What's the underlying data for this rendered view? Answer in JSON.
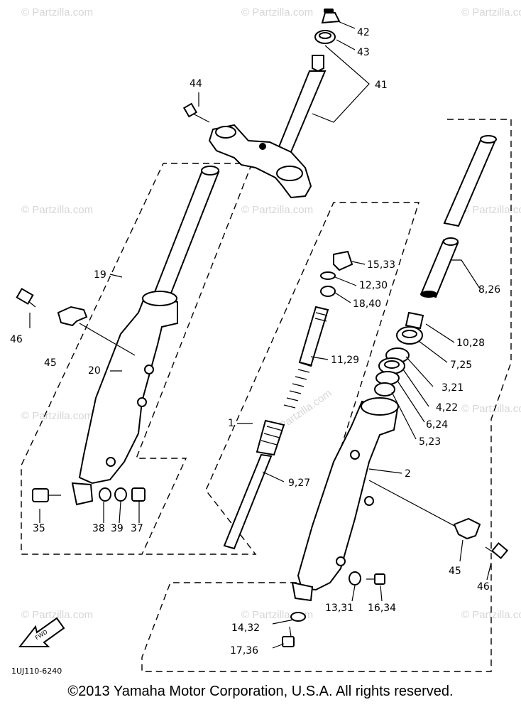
{
  "watermark": "© Partzilla.com",
  "diagram_code": "1UJ110-6240",
  "copyright": "©2013 Yamaha Motor Corporation, U.S.A. All rights reserved.",
  "fwd_label": "FWD",
  "callouts": {
    "c42": "42",
    "c43": "43",
    "c41": "41",
    "c44": "44",
    "c19": "19",
    "c20": "20",
    "c46a": "46",
    "c45a": "45",
    "c35": "35",
    "c38": "38",
    "c39": "39",
    "c37": "37",
    "c1533": "15,33",
    "c1230": "12,30",
    "c1840": "18,40",
    "c1129": "11,29",
    "c1": "1",
    "c927": "9,27",
    "c826": "8,26",
    "c1028": "10,28",
    "c725": "7,25",
    "c321": "3,21",
    "c422": "4,22",
    "c624": "6,24",
    "c523": "5,23",
    "c2": "2",
    "c45b": "45",
    "c46b": "46",
    "c1331": "13,31",
    "c1634": "16,34",
    "c1432": "14,32",
    "c1736": "17,36"
  }
}
